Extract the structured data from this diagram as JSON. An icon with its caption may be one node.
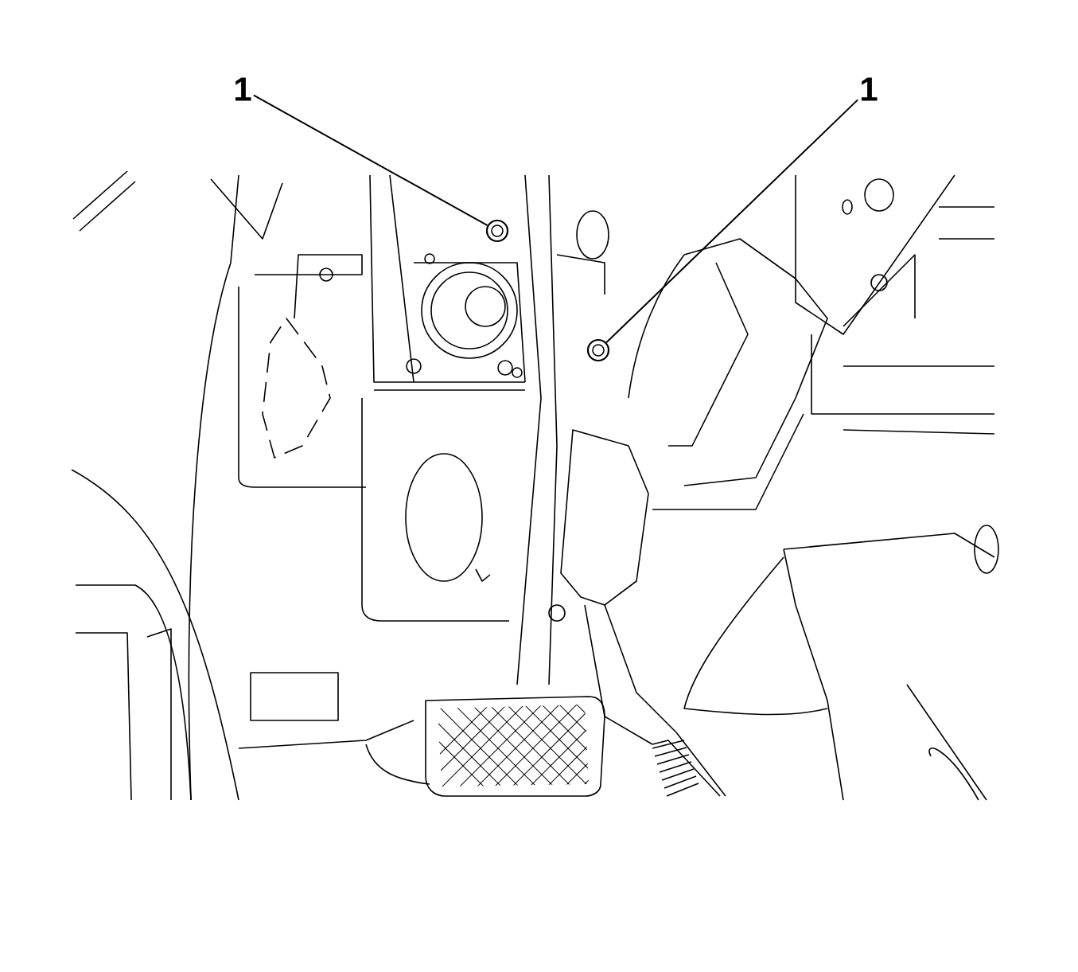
{
  "diagram": {
    "nodes": [
      {
        "text": [
          "1"
        ]
      },
      {
        "text": [
          "1"
        ]
      },
      {
        "text": [],
        "shape": "circle"
      },
      {
        "text": [],
        "shape": "circle"
      }
    ],
    "edges": [
      {
        "from": 0,
        "to": 2,
        "arrow": "none"
      },
      {
        "from": 1,
        "to": 3,
        "arrow": "none"
      }
    ]
  }
}
